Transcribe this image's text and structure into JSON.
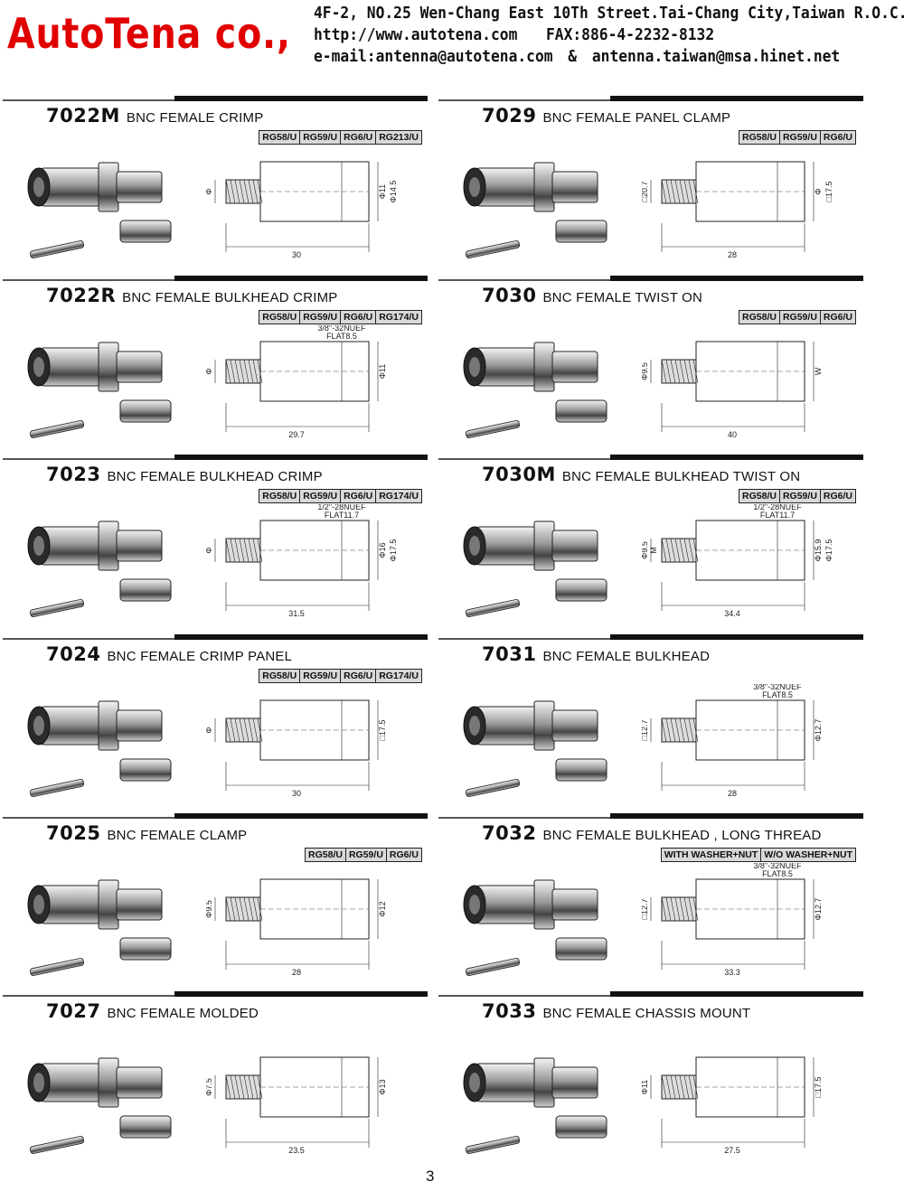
{
  "header": {
    "company": "AutoTena co.,",
    "address": "4F-2, NO.25 Wen-Chang East 10Th Street.Tai-Chang City,Taiwan R.O.C.",
    "url": "http://www.autotena.com",
    "fax": "FAX:886-4-2232-8132",
    "email_prefix": "e-mail:",
    "email1": "antenna@autotena.com",
    "amp": "&",
    "email2": "antenna.taiwan@msa.hinet.net"
  },
  "products": [
    {
      "code": "7022M",
      "name": "BNC FEMALE CRIMP",
      "cables": [
        "RG58/U",
        "RG59/U",
        "RG6/U",
        "RG213/U"
      ],
      "dims": {
        "len": "30",
        "d1": "Φ11",
        "d2": "Φ14.5",
        "d3": "Φ"
      }
    },
    {
      "code": "7029",
      "name": "BNC FEMALE PANEL CLAMP",
      "cables": [
        "RG58/U",
        "RG59/U",
        "RG6/U"
      ],
      "dims": {
        "len": "28",
        "d1": "Φ",
        "d2": "□17.5",
        "d3": "□20.7"
      }
    },
    {
      "code": "7022R",
      "name": "BNC FEMALE BULKHEAD CRIMP",
      "cables": [
        "RG58/U",
        "RG59/U",
        "RG6/U",
        "RG174/U"
      ],
      "dims": {
        "len": "29.7",
        "d1": "Φ11",
        "thread": "3/8\"-32NUEF",
        "flat": "FLAT8.5",
        "d3": "Φ"
      }
    },
    {
      "code": "7030",
      "name": "BNC FEMALE TWIST ON",
      "cables": [
        "RG58/U",
        "RG59/U",
        "RG6/U"
      ],
      "dims": {
        "len": "40",
        "d1": "W",
        "d3": "Φ9.5"
      }
    },
    {
      "code": "7023",
      "name": "BNC FEMALE BULKHEAD CRIMP",
      "cables": [
        "RG58/U",
        "RG59/U",
        "RG6/U",
        "RG174/U"
      ],
      "dims": {
        "len": "31.5",
        "d1": "Φ16",
        "d2": "Φ17.5",
        "thread": "1/2\"-28NUEF",
        "flat": "FLAT11.7",
        "d3": "Φ"
      }
    },
    {
      "code": "7030M",
      "name": "BNC FEMALE BULKHEAD TWIST ON",
      "cables": [
        "RG58/U",
        "RG59/U",
        "RG6/U"
      ],
      "dims": {
        "len": "34.4",
        "d1": "Φ15.9",
        "d2": "Φ17.5",
        "thread": "1/2\"-28NUEF",
        "flat": "FLAT11.7",
        "d3": "Φ9.5",
        "d4": "M"
      }
    },
    {
      "code": "7024",
      "name": "BNC FEMALE CRIMP PANEL",
      "cables": [
        "RG58/U",
        "RG59/U",
        "RG6/U",
        "RG174/U"
      ],
      "dims": {
        "len": "30",
        "d1": "□17.5",
        "d3": "Φ"
      }
    },
    {
      "code": "7031",
      "name": "BNC FEMALE BULKHEAD",
      "cables": [],
      "dims": {
        "len": "28",
        "d1": "Φ12.7",
        "d3": "□12.7",
        "thread": "3/8\"-32NUEF",
        "flat": "FLAT8.5"
      }
    },
    {
      "code": "7025",
      "name": "BNC FEMALE CLAMP",
      "cables": [
        "RG58/U",
        "RG59/U",
        "RG6/U"
      ],
      "dims": {
        "len": "28",
        "d1": "Φ12",
        "d3": "Φ9.5"
      }
    },
    {
      "code": "7032",
      "name": "BNC FEMALE BULKHEAD , LONG THREAD",
      "cables": [
        "WITH WASHER+NUT",
        "W/O WASHER+NUT"
      ],
      "dims": {
        "len": "33.3",
        "d1": "Φ12.7",
        "d3": "□12.7",
        "thread": "3/8\"-32NUEF",
        "flat": "FLAT8.5"
      }
    },
    {
      "code": "7027",
      "name": "BNC FEMALE MOLDED",
      "cables": [],
      "dims": {
        "len": "23.5",
        "d1": "Φ13",
        "d3": "Φ7.5"
      }
    },
    {
      "code": "7033",
      "name": "BNC FEMALE CHASSIS MOUNT",
      "cables": [],
      "dims": {
        "len": "27.5",
        "d1": "□17.5",
        "d3": "Φ11"
      }
    }
  ],
  "page_number": "3"
}
